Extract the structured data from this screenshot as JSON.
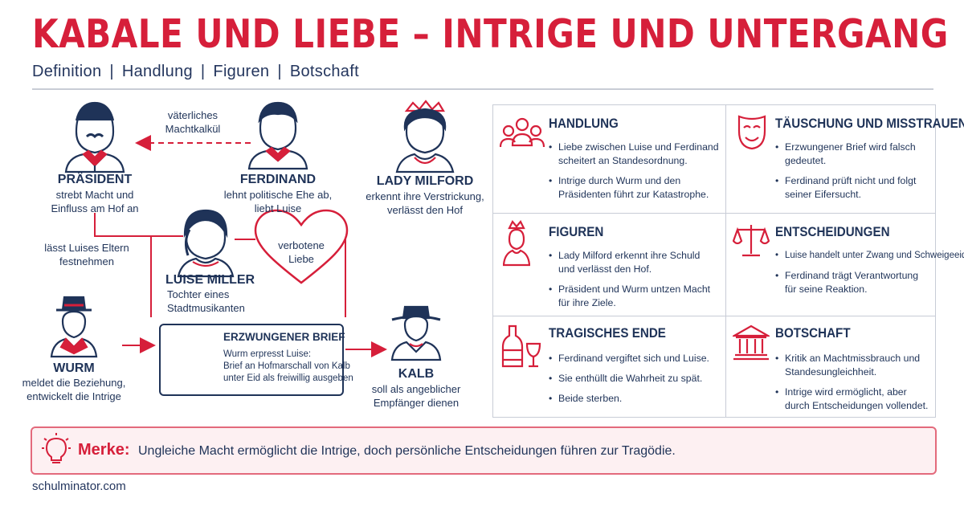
{
  "header": {
    "title": "KABALE UND LIEBE – INTRIGE UND UNTERGANG",
    "subtitle_items": [
      "Definition",
      "Handlung",
      "Figuren",
      "Botschaft"
    ],
    "separator": "|"
  },
  "diagram": {
    "praesident": {
      "name": "PRÄSIDENT",
      "desc": [
        "strebt Macht und",
        "Einfluss am Hof an"
      ]
    },
    "ferdinand": {
      "name": "FERDINAND",
      "desc": [
        "lehnt politische Ehe ab,",
        "liebt Luise"
      ]
    },
    "lady_milford": {
      "name": "LADY MILFORD",
      "desc": [
        "erkennt ihre Verstrickung,",
        "verlässt den Hof"
      ]
    },
    "luise": {
      "name": "LUISE MILLER",
      "desc": [
        "Tochter eines",
        "Stadtmusikanten"
      ]
    },
    "wurm": {
      "name": "WURM",
      "desc": [
        "meldet die Beziehung,",
        "entwickelt die Intrige"
      ]
    },
    "kalb": {
      "name": "KALB",
      "desc": [
        "soll als angeblicher",
        "Empfänger dienen"
      ]
    },
    "label_machtkalkuel": [
      "väterliches",
      "Machtkalkül"
    ],
    "label_eltern": [
      "lässt Luises Eltern",
      "festnehmen"
    ],
    "label_liebe": [
      "verbotene",
      "Liebe"
    ],
    "brief": {
      "title": "ERZWUNGENER BRIEF",
      "lines": [
        "Wurm erpresst Luise:",
        "Brief an Hofmarschall von Kalb",
        "unter Eid als freiwillig ausgeben"
      ]
    }
  },
  "cells": [
    {
      "title": "HANDLUNG",
      "icon": "people-icon",
      "bullets": [
        "Liebe zwischen Luise und Ferdinand scheitert an Standesordnung.",
        "Intrige durch Wurm und den Präsidenten führt zur Katastrophe."
      ]
    },
    {
      "title": "TÄUSCHUNG UND MISSTRAUEN",
      "icon": "theater-mask-icon",
      "bullets": [
        "Erzwungener Brief wird falsch gedeutet.",
        "Ferdinand prüft nicht und folgt seiner Eifersucht."
      ]
    },
    {
      "title": "FIGUREN",
      "icon": "queen-icon",
      "bullets": [
        "Lady Milford erkennt ihre Schuld und verlässt den Hof.",
        "Präsident und Wurm untzen Macht für ihre Ziele."
      ]
    },
    {
      "title": "ENTSCHEIDUNGEN",
      "icon": "scales-icon",
      "bullets": [
        "Luise handelt unter Zwang und Schweigeeid.",
        "Ferdinand trägt Verantwortung für seine Reaktion."
      ]
    },
    {
      "title": "TRAGISCHES ENDE",
      "icon": "bottle-glass-icon",
      "bullets": [
        "Ferdinand vergiftet sich und Luise.",
        "Sie enthüllt die Wahrheit zu spät.",
        "Beide sterben."
      ]
    },
    {
      "title": "BOTSCHAFT",
      "icon": "courthouse-icon",
      "bullets": [
        "Kritik an Machtmissbrauch und Standesungleichheit.",
        "Intrige wird ermöglicht, aber durch Entscheidungen vollendet."
      ]
    }
  ],
  "merke": {
    "label": "Merke:",
    "text": "Ungleiche Macht ermöglicht die Intrige, doch persönliche Entscheidungen führen zur Tragödie."
  },
  "footer": {
    "site": "schulminator.com"
  },
  "colors": {
    "accent": "#d61f3a",
    "navy": "#1f3358",
    "grid": "#c8ccd6",
    "merke_bg": "#fdf0f2"
  }
}
